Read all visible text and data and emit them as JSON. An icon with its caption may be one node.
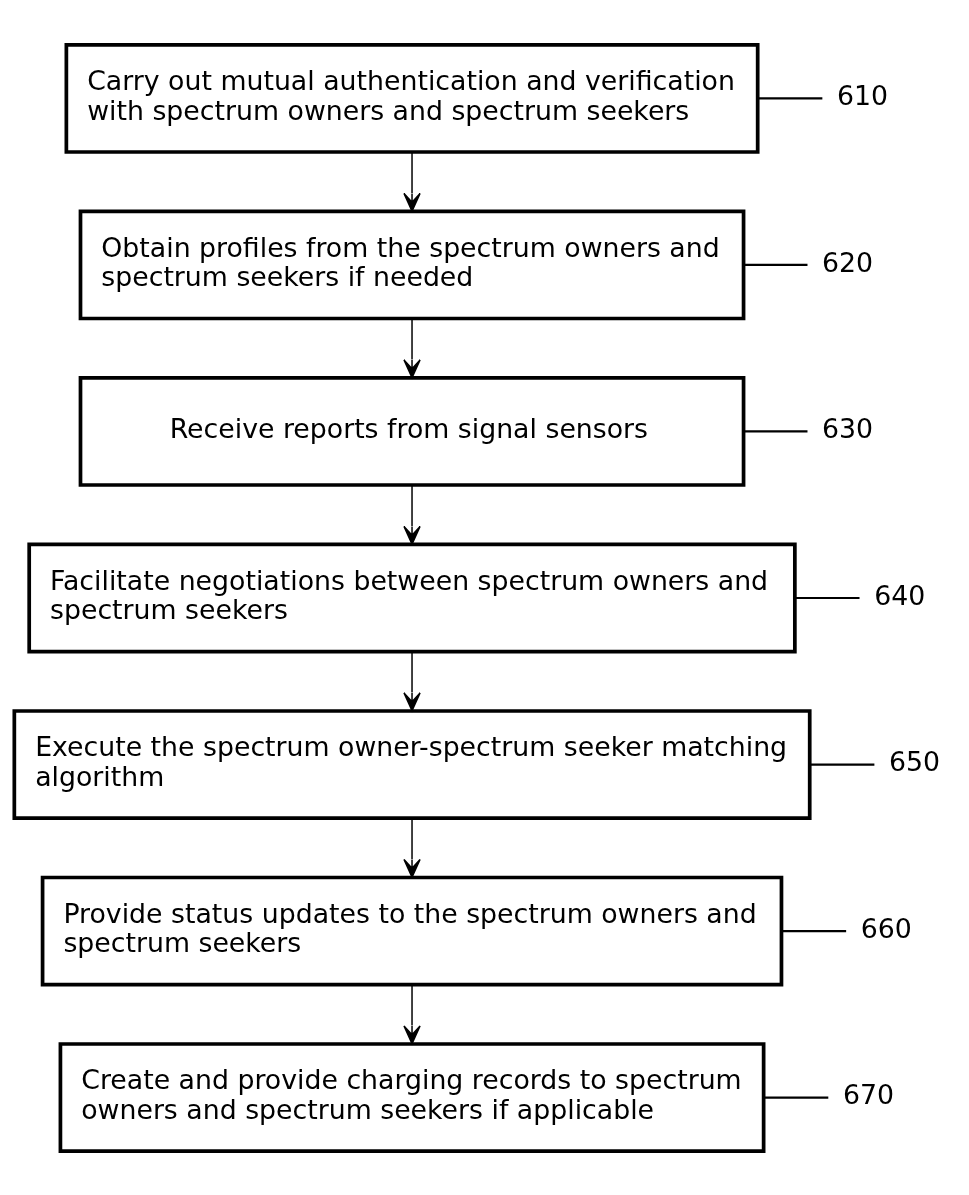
{
  "diagram": {
    "nodes": [
      {
        "text": [
          "Carry out mutual authentication and verification with spectrum owners and spectrum seekers"
        ]
      },
      {
        "text": [
          "Obtain profiles from the spectrum owners and spectrum seekers if needed"
        ]
      },
      {
        "text": [
          "Receive reports from signal sensors"
        ]
      },
      {
        "text": [
          "Facilitate negotiations between spectrum owners and spectrum seekers"
        ]
      },
      {
        "text": [
          "Execute the spectrum owner-spectrum seeker matching algorithm"
        ]
      },
      {
        "text": [
          "Provide status updates to the spectrum owners and spectrum seekers"
        ]
      },
      {
        "text": [
          "Create and provide charging records to spectrum owners and spectrum seekers if applicable"
        ]
      },
      {
        "text": [
          "610"
        ]
      },
      {
        "text": [
          "620"
        ]
      },
      {
        "text": [
          "630"
        ]
      },
      {
        "text": [
          "640"
        ]
      },
      {
        "text": [
          "650"
        ]
      },
      {
        "text": [
          "660"
        ]
      },
      {
        "text": [
          "670"
        ]
      }
    ],
    "edges": [
      {
        "from": 0,
        "to": 1,
        "arrow": "to"
      },
      {
        "from": 1,
        "to": 2,
        "arrow": "to"
      },
      {
        "from": 2,
        "to": 3,
        "arrow": "to"
      },
      {
        "from": 3,
        "to": 4,
        "arrow": "to"
      },
      {
        "from": 4,
        "to": 5,
        "arrow": "to"
      },
      {
        "from": 5,
        "to": 6,
        "arrow": "to"
      },
      {
        "from": 7,
        "to": 0,
        "arrow": "none"
      },
      {
        "from": 8,
        "to": 1,
        "arrow": "none"
      },
      {
        "from": 9,
        "to": 2,
        "arrow": "none"
      },
      {
        "from": 10,
        "to": 3,
        "arrow": "none"
      },
      {
        "from": 11,
        "to": 4,
        "arrow": "none"
      },
      {
        "from": 12,
        "to": 5,
        "arrow": "none"
      },
      {
        "from": 13,
        "to": 6,
        "arrow": "none"
      }
    ]
  }
}
